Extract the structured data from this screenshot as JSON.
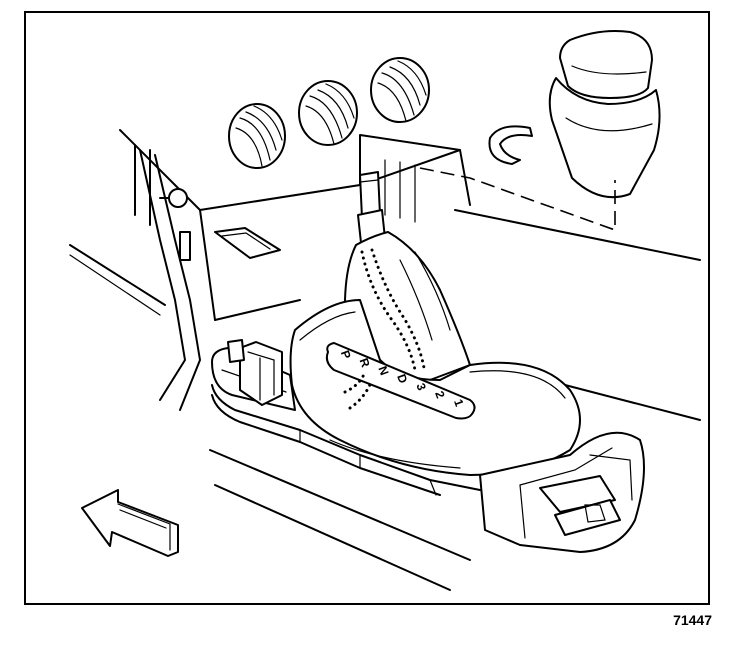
{
  "figure": {
    "number": "71447",
    "gear_positions": [
      "P",
      "R",
      "N",
      "D",
      "3",
      "2",
      "1"
    ]
  },
  "colors": {
    "line": "#000000",
    "background": "#ffffff"
  }
}
